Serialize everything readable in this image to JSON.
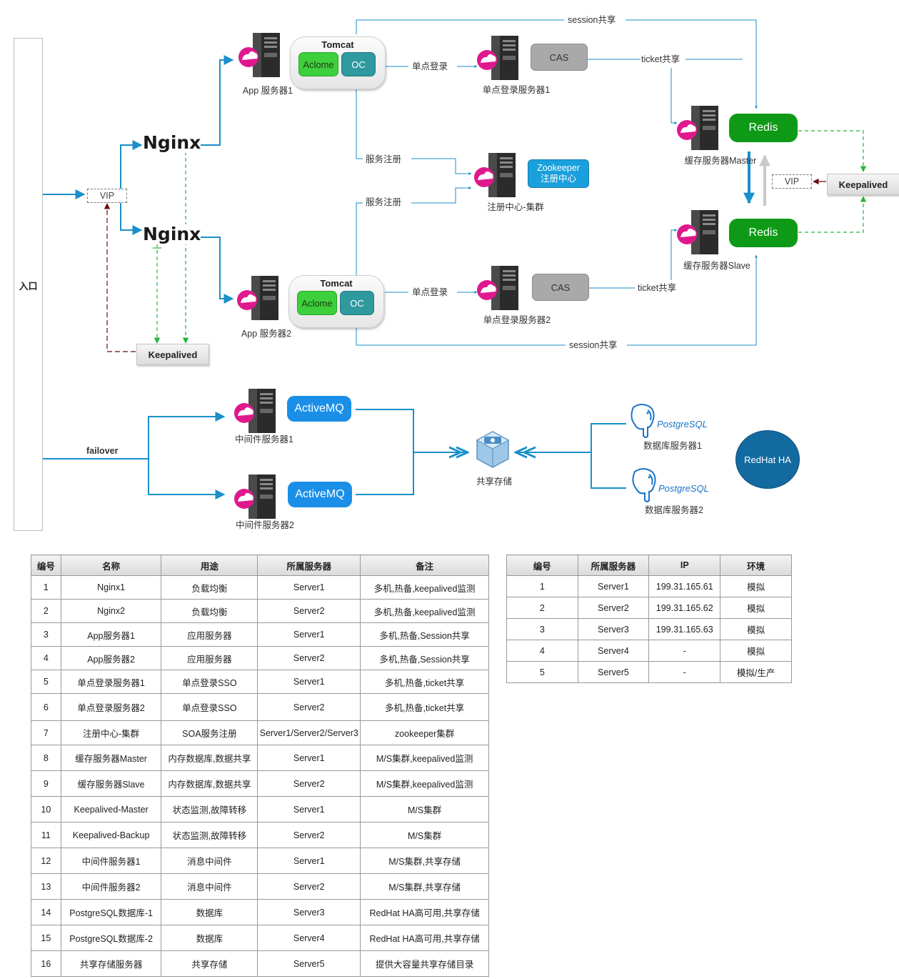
{
  "entry_label": "入口",
  "failover_label": "failover",
  "vip_left": "VIP",
  "vip_right": "VIP",
  "nginx1": "Nginx",
  "nginx2": "Nginx",
  "keepalived_left": "Keepalived",
  "keepalived_right": "Keepalived",
  "app1": {
    "caption": "App 服务器1",
    "tomcat": "Tomcat",
    "aclome": "Aclome",
    "oc": "OC"
  },
  "app2": {
    "caption": "App 服务器2",
    "tomcat": "Tomcat",
    "aclome": "Aclome",
    "oc": "OC"
  },
  "sso1": {
    "caption": "单点登录服务器1",
    "cas": "CAS"
  },
  "sso2": {
    "caption": "单点登录服务器2",
    "cas": "CAS"
  },
  "registry": {
    "caption": "注册中心-集群",
    "box_line1": "Zookeeper",
    "box_line2": "注册中心"
  },
  "cache_master": {
    "caption": "缓存服务器Master",
    "redis": "Redis"
  },
  "cache_slave": {
    "caption": "缓存服务器Slave",
    "redis": "Redis"
  },
  "edge_labels": {
    "session_top": "session共享",
    "session_bottom": "session共享",
    "sso_top": "单点登录",
    "sso_bottom": "单点登录",
    "ticket_top": "ticket共享",
    "ticket_bottom": "ticket共享",
    "reg_top": "服务注册",
    "reg_bottom": "服务注册"
  },
  "mq1": {
    "caption": "中间件服务器1",
    "box": "ActiveMQ"
  },
  "mq2": {
    "caption": "中间件服务器2",
    "box": "ActiveMQ"
  },
  "storage_caption": "共享存储",
  "db1": {
    "caption": "数据库服务器1",
    "logo": "PostgreSQL"
  },
  "db2": {
    "caption": "数据库服务器2",
    "logo": "PostgreSQL"
  },
  "redhat_label": "RedHat HA",
  "colors": {
    "flow": "#1a8fc9",
    "dash": "#1fb53a",
    "redarrow": "#6b0a0a",
    "redis": "#0e9a16",
    "amq": "#1b8fe8"
  },
  "table1": {
    "headers": [
      "编号",
      "名称",
      "用途",
      "所属服务器",
      "备注"
    ],
    "rows": [
      [
        "1",
        "Nginx1",
        "负载均衡",
        "Server1",
        "多机,热备,keepalived监测"
      ],
      [
        "2",
        "Nginx2",
        "负载均衡",
        "Server2",
        "多机,热备,keepalived监测"
      ],
      [
        "3",
        "App服务器1",
        "应用服务器",
        "Server1",
        "多机,热备,Session共享"
      ],
      [
        "4",
        "App服务器2",
        "应用服务器",
        "Server2",
        "多机,热备,Session共享"
      ],
      [
        "5",
        "单点登录服务器1",
        "单点登录SSO",
        "Server1",
        "多机,热备,ticket共享"
      ],
      [
        "6",
        "单点登录服务器2",
        "单点登录SSO",
        "Server2",
        "多机,热备,ticket共享"
      ],
      [
        "7",
        "注册中心-集群",
        "SOA服务注册",
        "Server1/Server2/Server3",
        "zookeeper集群"
      ],
      [
        "8",
        "缓存服务器Master",
        "内存数据库,数据共享",
        "Server1",
        "M/S集群,keepalived监测"
      ],
      [
        "9",
        "缓存服务器Slave",
        "内存数据库,数据共享",
        "Server2",
        "M/S集群,keepalived监测"
      ],
      [
        "10",
        "Keepalived-Master",
        "状态监测,故障转移",
        "Server1",
        "M/S集群"
      ],
      [
        "11",
        "Keepalived-Backup",
        "状态监测,故障转移",
        "Server2",
        "M/S集群"
      ],
      [
        "12",
        "中间件服务器1",
        "消息中间件",
        "Server1",
        "M/S集群,共享存储"
      ],
      [
        "13",
        "中间件服务器2",
        "消息中间件",
        "Server2",
        "M/S集群,共享存储"
      ],
      [
        "14",
        "PostgreSQL数据库-1",
        "数据库",
        "Server3",
        "RedHat HA高可用,共享存储"
      ],
      [
        "15",
        "PostgreSQL数据库-2",
        "数据库",
        "Server4",
        "RedHat HA高可用,共享存储"
      ],
      [
        "16",
        "共享存储服务器",
        "共享存储",
        "Server5",
        "提供大容量共享存储目录"
      ]
    ]
  },
  "table2": {
    "headers": [
      "编号",
      "所属服务器",
      "IP",
      "环境"
    ],
    "rows": [
      [
        "1",
        "Server1",
        "199.31.165.61",
        "模拟"
      ],
      [
        "2",
        "Server2",
        "199.31.165.62",
        "模拟"
      ],
      [
        "3",
        "Server3",
        "199.31.165.63",
        "模拟"
      ],
      [
        "4",
        "Server4",
        "-",
        "模拟"
      ],
      [
        "5",
        "Server5",
        "-",
        "模拟/生产"
      ]
    ]
  }
}
